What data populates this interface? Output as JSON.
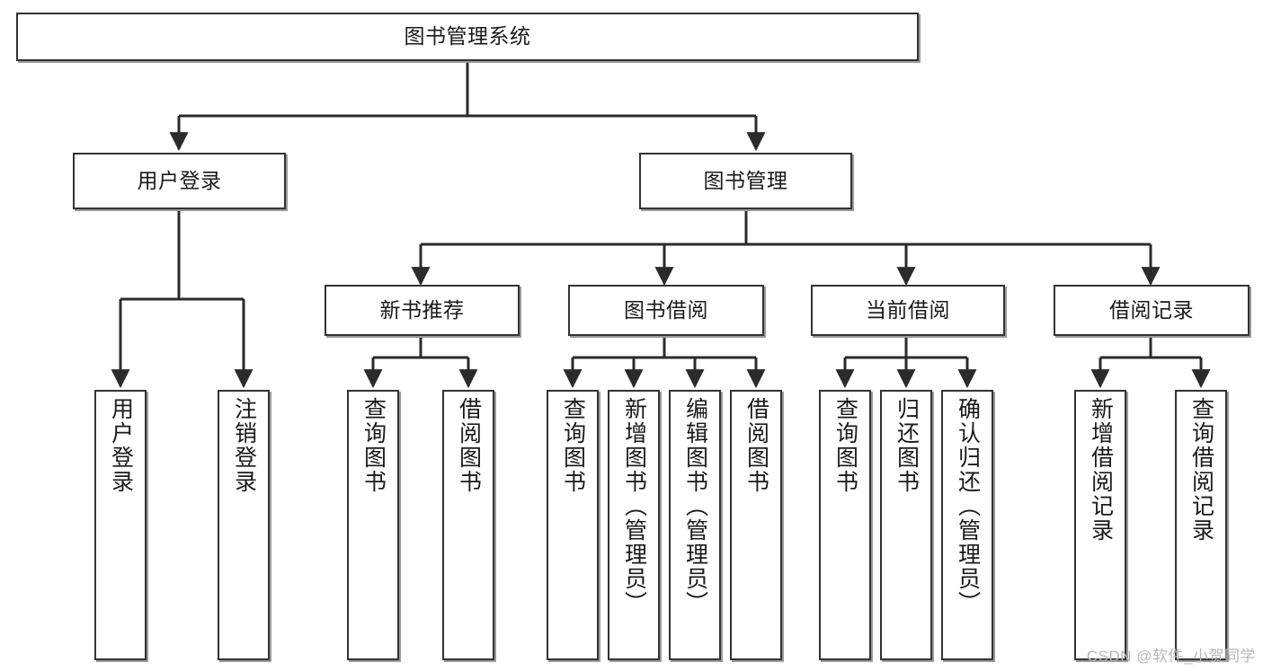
{
  "diagram": {
    "title": "图书管理系统",
    "type": "tree-hierarchy-diagram",
    "watermark": "CSDN @软件_小贺同学",
    "colors": {
      "box_border": "#333333",
      "box_fill": "#ffffff",
      "box_shadow": "#9a9a9a",
      "connector": "#2b2b2b",
      "text": "#1a1a1a",
      "watermark": "#b7b7b7"
    },
    "levels": {
      "level1": [
        "图书管理系统"
      ],
      "level2": [
        "用户登录",
        "图书管理"
      ],
      "level3": [
        "新书推荐",
        "图书借阅",
        "当前借阅",
        "借阅记录"
      ],
      "level4": [
        "用户登录",
        "注销登录",
        "查询图书",
        "借阅图书",
        "查询图书",
        "新增图书（管理员）",
        "编辑图书（管理员）",
        "借阅图书",
        "查询图书",
        "归还图书",
        "确认归还（管理员）",
        "新增借阅记录",
        "查询借阅记录"
      ]
    },
    "nodes": {
      "root": {
        "label": "图书管理系统"
      },
      "user_login": {
        "label": "用户登录"
      },
      "book_manage": {
        "label": "图书管理"
      },
      "new_book_rec": {
        "label": "新书推荐"
      },
      "book_borrow": {
        "label": "图书借阅"
      },
      "current_borrow": {
        "label": "当前借阅"
      },
      "borrow_record": {
        "label": "借阅记录"
      },
      "leaf_user_login": {
        "label": "用户登录"
      },
      "leaf_logout": {
        "label": "注销登录"
      },
      "leaf_query_book_1": {
        "label": "查询图书"
      },
      "leaf_borrow_book_1": {
        "label": "借阅图书"
      },
      "leaf_query_book_2": {
        "label": "查询图书"
      },
      "leaf_add_book": {
        "label": "新增图书（管理员）"
      },
      "leaf_edit_book": {
        "label": "编辑图书（管理员）"
      },
      "leaf_borrow_book_2": {
        "label": "借阅图书"
      },
      "leaf_query_book_3": {
        "label": "查询图书"
      },
      "leaf_return_book": {
        "label": "归还图书"
      },
      "leaf_confirm_return": {
        "label": "确认归还（管理员）"
      },
      "leaf_add_record": {
        "label": "新增借阅记录"
      },
      "leaf_query_record": {
        "label": "查询借阅记录"
      }
    },
    "edges": [
      {
        "from": "root",
        "to": "user_login"
      },
      {
        "from": "root",
        "to": "book_manage"
      },
      {
        "from": "user_login",
        "to": "leaf_user_login"
      },
      {
        "from": "user_login",
        "to": "leaf_logout"
      },
      {
        "from": "book_manage",
        "to": "new_book_rec"
      },
      {
        "from": "book_manage",
        "to": "book_borrow"
      },
      {
        "from": "book_manage",
        "to": "current_borrow"
      },
      {
        "from": "book_manage",
        "to": "borrow_record"
      },
      {
        "from": "new_book_rec",
        "to": "leaf_query_book_1"
      },
      {
        "from": "new_book_rec",
        "to": "leaf_borrow_book_1"
      },
      {
        "from": "book_borrow",
        "to": "leaf_query_book_2"
      },
      {
        "from": "book_borrow",
        "to": "leaf_add_book"
      },
      {
        "from": "book_borrow",
        "to": "leaf_edit_book"
      },
      {
        "from": "book_borrow",
        "to": "leaf_borrow_book_2"
      },
      {
        "from": "current_borrow",
        "to": "leaf_query_book_3"
      },
      {
        "from": "current_borrow",
        "to": "leaf_return_book"
      },
      {
        "from": "current_borrow",
        "to": "leaf_confirm_return"
      },
      {
        "from": "borrow_record",
        "to": "leaf_add_record"
      },
      {
        "from": "borrow_record",
        "to": "leaf_query_record"
      }
    ]
  }
}
